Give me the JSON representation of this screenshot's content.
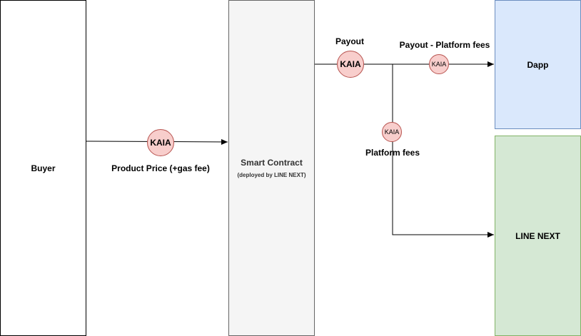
{
  "nodes": {
    "buyer": "Buyer",
    "contract_title": "Smart Contract",
    "contract_sub": "(deployed by LINE NEXT)",
    "dapp": "Dapp",
    "line_next": "LINE NEXT"
  },
  "coins": {
    "product": "KAIA",
    "payout": "KAIA",
    "dapp_share": "KAIA",
    "platform": "KAIA"
  },
  "labels": {
    "product_price": "Product Price (+gas fee)",
    "payout": "Payout",
    "payout_minus_fees": "Payout - Platform fees",
    "platform_fees": "Platform fees"
  },
  "colors": {
    "coin_fill": "#f8cecc",
    "coin_stroke": "#b85450",
    "dapp_fill": "#dae8fc",
    "dapp_stroke": "#6c8ebf",
    "line_next_fill": "#d5e8d4",
    "line_next_stroke": "#82b366",
    "contract_fill": "#f5f5f5"
  }
}
